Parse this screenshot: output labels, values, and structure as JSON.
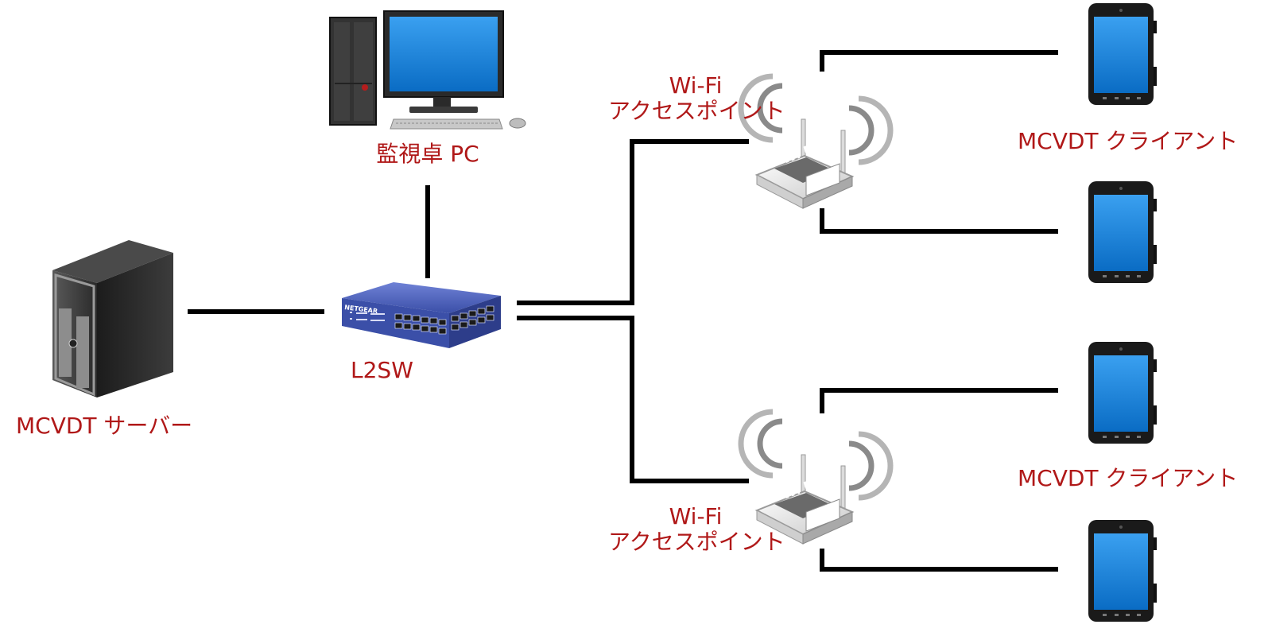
{
  "labels": {
    "monitor_pc": "監視卓 PC",
    "server": "MCVDT サーバー",
    "switch": "L2SW",
    "ap_top_line1": "Wi-Fi",
    "ap_top_line2": "アクセスポイント",
    "ap_bottom_line1": "Wi-Fi",
    "ap_bottom_line2": "アクセスポイント",
    "client_group_top": "MCVDT クライアント",
    "client_group_bottom": "MCVDT クライアント",
    "router_badge_top": "Wi Fi",
    "router_badge_bottom": "Wi Fi",
    "switch_brand": "NETGEAR"
  },
  "colors": {
    "label_red": "#b01818",
    "line_black": "#000000",
    "screen_blue": "#1e88d8",
    "switch_blue": "#3b4fa8"
  },
  "icons": [
    "desktop-pc-icon",
    "tower-server-icon",
    "network-switch-icon",
    "wifi-router-icon",
    "tablet-icon"
  ]
}
